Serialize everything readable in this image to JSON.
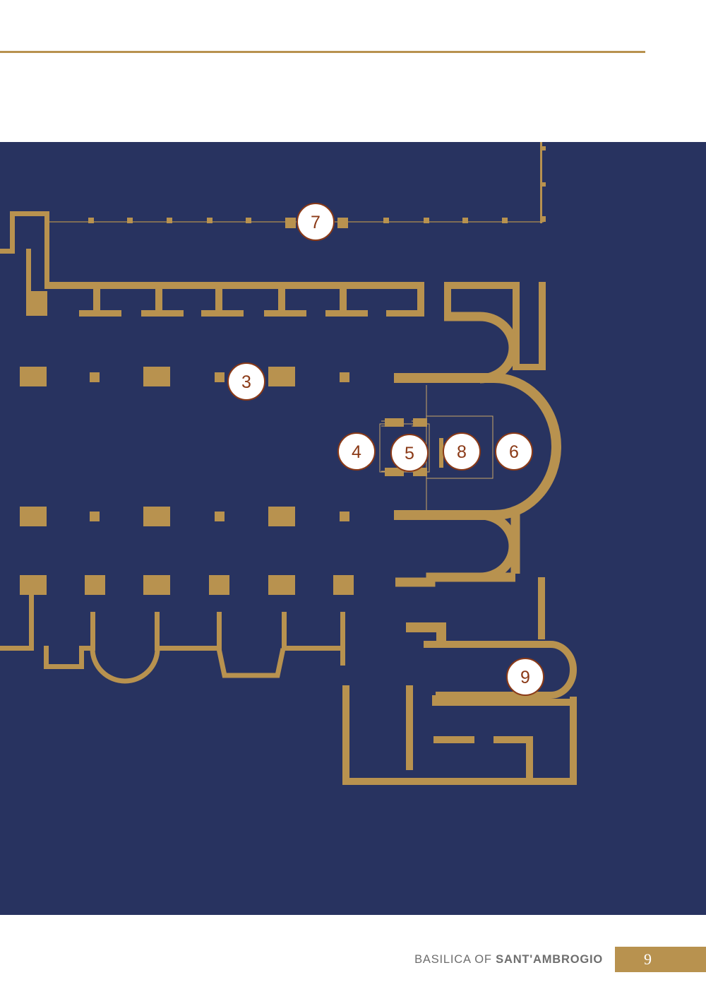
{
  "page": {
    "footer_title_plain": "BASILICA OF ",
    "footer_title_bold": "SANT'AMBROGIO",
    "page_number": "9"
  },
  "colors": {
    "background": "#283360",
    "walls": "#b8924f",
    "marker_fill": "#ffffff",
    "marker_text": "#8b3a17",
    "rule": "#b8924f"
  },
  "markers": [
    {
      "id": "marker-7",
      "label": "7"
    },
    {
      "id": "marker-3",
      "label": "3"
    },
    {
      "id": "marker-4",
      "label": "4"
    },
    {
      "id": "marker-5",
      "label": "5"
    },
    {
      "id": "marker-8",
      "label": "8"
    },
    {
      "id": "marker-6",
      "label": "6"
    },
    {
      "id": "marker-9",
      "label": "9"
    }
  ]
}
